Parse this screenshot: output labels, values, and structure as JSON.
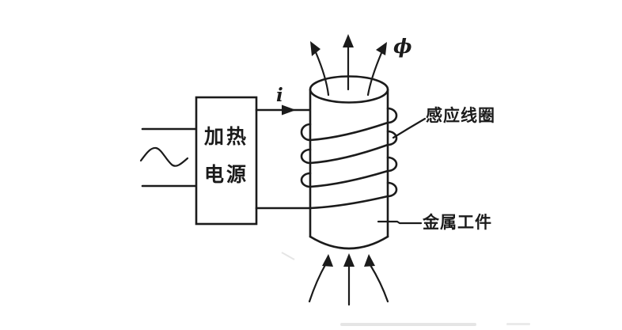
{
  "meta": {
    "description": "Scanned schematic diagram of induction heating: AC source feeds a heating power supply driving an induction coil wound around a cylindrical metal workpiece, with magnetic flux arrows at top and bottom",
    "colors": {
      "background": "#ffffff",
      "ink": "#1b1b1b",
      "scan_artifact": "#dcdcdc"
    }
  },
  "labels": {
    "current": "i",
    "flux": "ϕ",
    "power_box_line1": "加热",
    "power_box_line2": "电源",
    "coil": "感应线圈",
    "workpiece": "金属工件"
  },
  "icons": {
    "ac_source": "sine-wave-icon",
    "flux_arrows_top": "three curved arrows leaving cylinder top",
    "flux_arrows_bottom": "three curved arrows entering cylinder bottom"
  }
}
